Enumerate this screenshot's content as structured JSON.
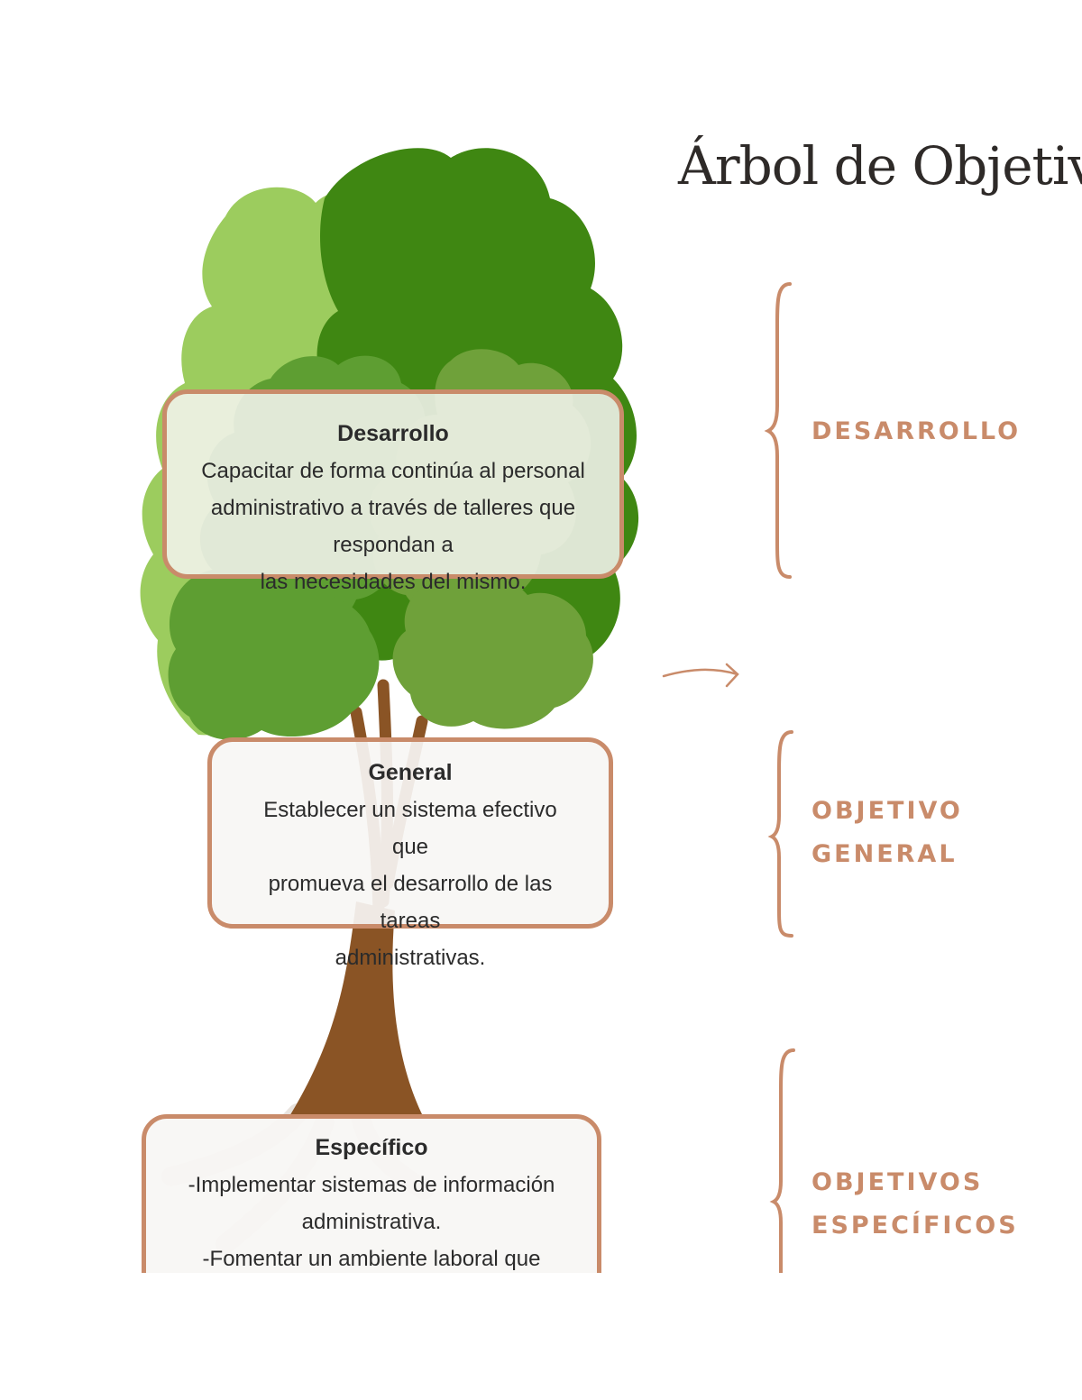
{
  "title": "Árbol de Objetivos",
  "boxes": {
    "desarrollo": {
      "heading": "Desarrollo",
      "lines": [
        "Capacitar de forma continúa al personal",
        "administrativo a través de talleres que respondan a",
        "las necesidades del mismo."
      ]
    },
    "general": {
      "heading": "General",
      "lines": [
        "Establecer un sistema efectivo que",
        "promueva el desarrollo de las tareas",
        "administrativas."
      ]
    },
    "especifico": {
      "heading": "Específico",
      "lines": [
        "-Implementar sistemas de información",
        "administrativa.",
        "-Fomentar un ambiente laboral que motive al"
      ]
    }
  },
  "side_labels": {
    "desarrollo": [
      "DESARROLLO"
    ],
    "general": [
      "OBJETIVO",
      "GENERAL"
    ],
    "especificos": [
      "OBJETIVOS",
      "ESPECÍFICOS"
    ]
  },
  "colors": {
    "accent": "#c98b6a",
    "foliage_light": "#9ccc5e",
    "foliage_dark": "#3f8712",
    "trunk": "#8a5425",
    "title": "#2e2a28"
  },
  "icons": [
    "arrow-right-icon",
    "curly-brace-icon"
  ]
}
